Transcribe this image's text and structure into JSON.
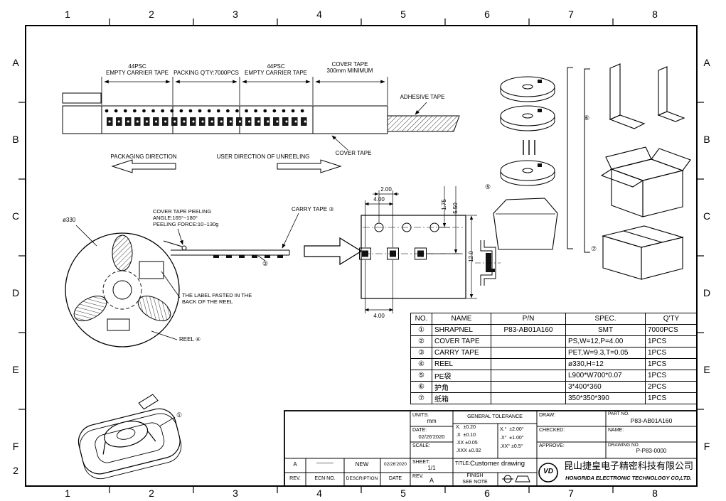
{
  "frame": {
    "cols": [
      "1",
      "2",
      "3",
      "4",
      "5",
      "6",
      "7",
      "8"
    ],
    "rows": [
      "A",
      "B",
      "C",
      "D",
      "E",
      "F"
    ],
    "corner_mark": "2"
  },
  "tape": {
    "seg1_line1": "44PSC",
    "seg1_line2": "EMPTY CARRIER TAPE",
    "seg2": "PACKING Q'TY:7000PCS",
    "seg3_line1": "44PSC",
    "seg3_line2": "EMPTY CARRIER TAPE",
    "seg4_line1": "COVER TAPE",
    "seg4_line2": "300mm MINIMUM",
    "adhesive_label": "ADHESIVE TAPE",
    "cover_label": "COVER TAPE",
    "packaging_direction": "PACKAGING DIRECTION",
    "unreeling_direction": "USER DIRECTION OF UNREELING"
  },
  "reel": {
    "diameter": "ø330",
    "peel_line1": "COVER TAPE PEELING",
    "peel_line2": "ANGLE:165°~180°",
    "peel_line3": "PEELING FORCE:10~130g",
    "carry_tape_ref": "CARRY TAPE ③",
    "cover_tape_ref": "②",
    "label_note_line1": "THE LABEL PASTED IN THE",
    "label_note_line2": "BACK OF THE REEL",
    "reel_ref": "REEL ④"
  },
  "dims": {
    "half_pitch": "2.00",
    "pitch": "4.00",
    "hole_edge": "1.75",
    "pocket_edge": "5.50",
    "tape_width": "12.0",
    "pitch_bottom": "4.00"
  },
  "marks": {
    "bag": "⑤",
    "corner_protector": "⑥",
    "carton": "⑦",
    "part": "①"
  },
  "bom": {
    "headers": [
      "NO.",
      "NAME",
      "P/N",
      "SPEC.",
      "Q'TY"
    ],
    "rows": [
      {
        "no": "①",
        "name": "SHRAPNEL",
        "pn": "P83-AB01A160",
        "spec": "SMT",
        "qty": "7000PCS"
      },
      {
        "no": "②",
        "name": "COVER TAPE",
        "pn": "",
        "spec": "PS,W=12,P=4.00",
        "qty": "1PCS"
      },
      {
        "no": "③",
        "name": "CARRY TAPE",
        "pn": "",
        "spec": "PET,W=9.3,T=0.05",
        "qty": "1PCS"
      },
      {
        "no": "④",
        "name": "REEL",
        "pn": "",
        "spec": "ø330,H=12",
        "qty": "1PCS"
      },
      {
        "no": "⑤",
        "name": "PE袋",
        "pn": "",
        "spec": "L900*W700*0.07",
        "qty": "1PCS"
      },
      {
        "no": "⑥",
        "name": "护角",
        "pn": "",
        "spec": "3*400*360",
        "qty": "2PCS"
      },
      {
        "no": "⑦",
        "name": "纸箱",
        "pn": "",
        "spec": "350*350*390",
        "qty": "1PCS"
      }
    ]
  },
  "title_block": {
    "units_label": "UNITS:",
    "units_value": "mm",
    "tolerance_title": "GENERAL TOLERANCE",
    "tol_linear": [
      "X.  ±0.20",
      ".X  ±0.10",
      ".XX ±0.05",
      ".XXX ±0.02"
    ],
    "tol_angular": [
      "X.°  ±2.00°",
      ".X°  ±1.00°",
      ".XX° ±0.5°"
    ],
    "date_label": "DATE:",
    "date_value": "02/26'2020",
    "scale_label": "SCALE:",
    "sheet_label": "SHEET:",
    "sheet_value": "1/1",
    "title_label": "TITLE:",
    "title_value": "Customer drawing",
    "rev_label": "REV.",
    "rev_value": "A",
    "finish_label": "FINISH",
    "finish_value": "SEE NOTE",
    "draw_label": "DRAW:",
    "checked_label": "CHECKED:",
    "approve_label": "APPROVE:",
    "part_no_label": "PART NO.",
    "part_no_value": "P83-AB01A160",
    "name_label": "NAME:",
    "drawing_no_label": "DRAWING NO.",
    "drawing_no_value": "P-P83-0000",
    "logo_text": "VD",
    "company_cn": "昆山捷皇电子精密科技有限公司",
    "company_en": "HONGRIDA ELECTRONIC TECHNOLOGY CO,LTD."
  },
  "revision_table": {
    "headers": [
      "REV.",
      "ECN NO.",
      "DESCRIPTION",
      "DATE"
    ],
    "row": {
      "rev": "A",
      "ecn": "———",
      "description": "NEW",
      "date": "02/26'2020"
    }
  },
  "colors": {
    "ink": "#000000",
    "paper": "#ffffff"
  }
}
